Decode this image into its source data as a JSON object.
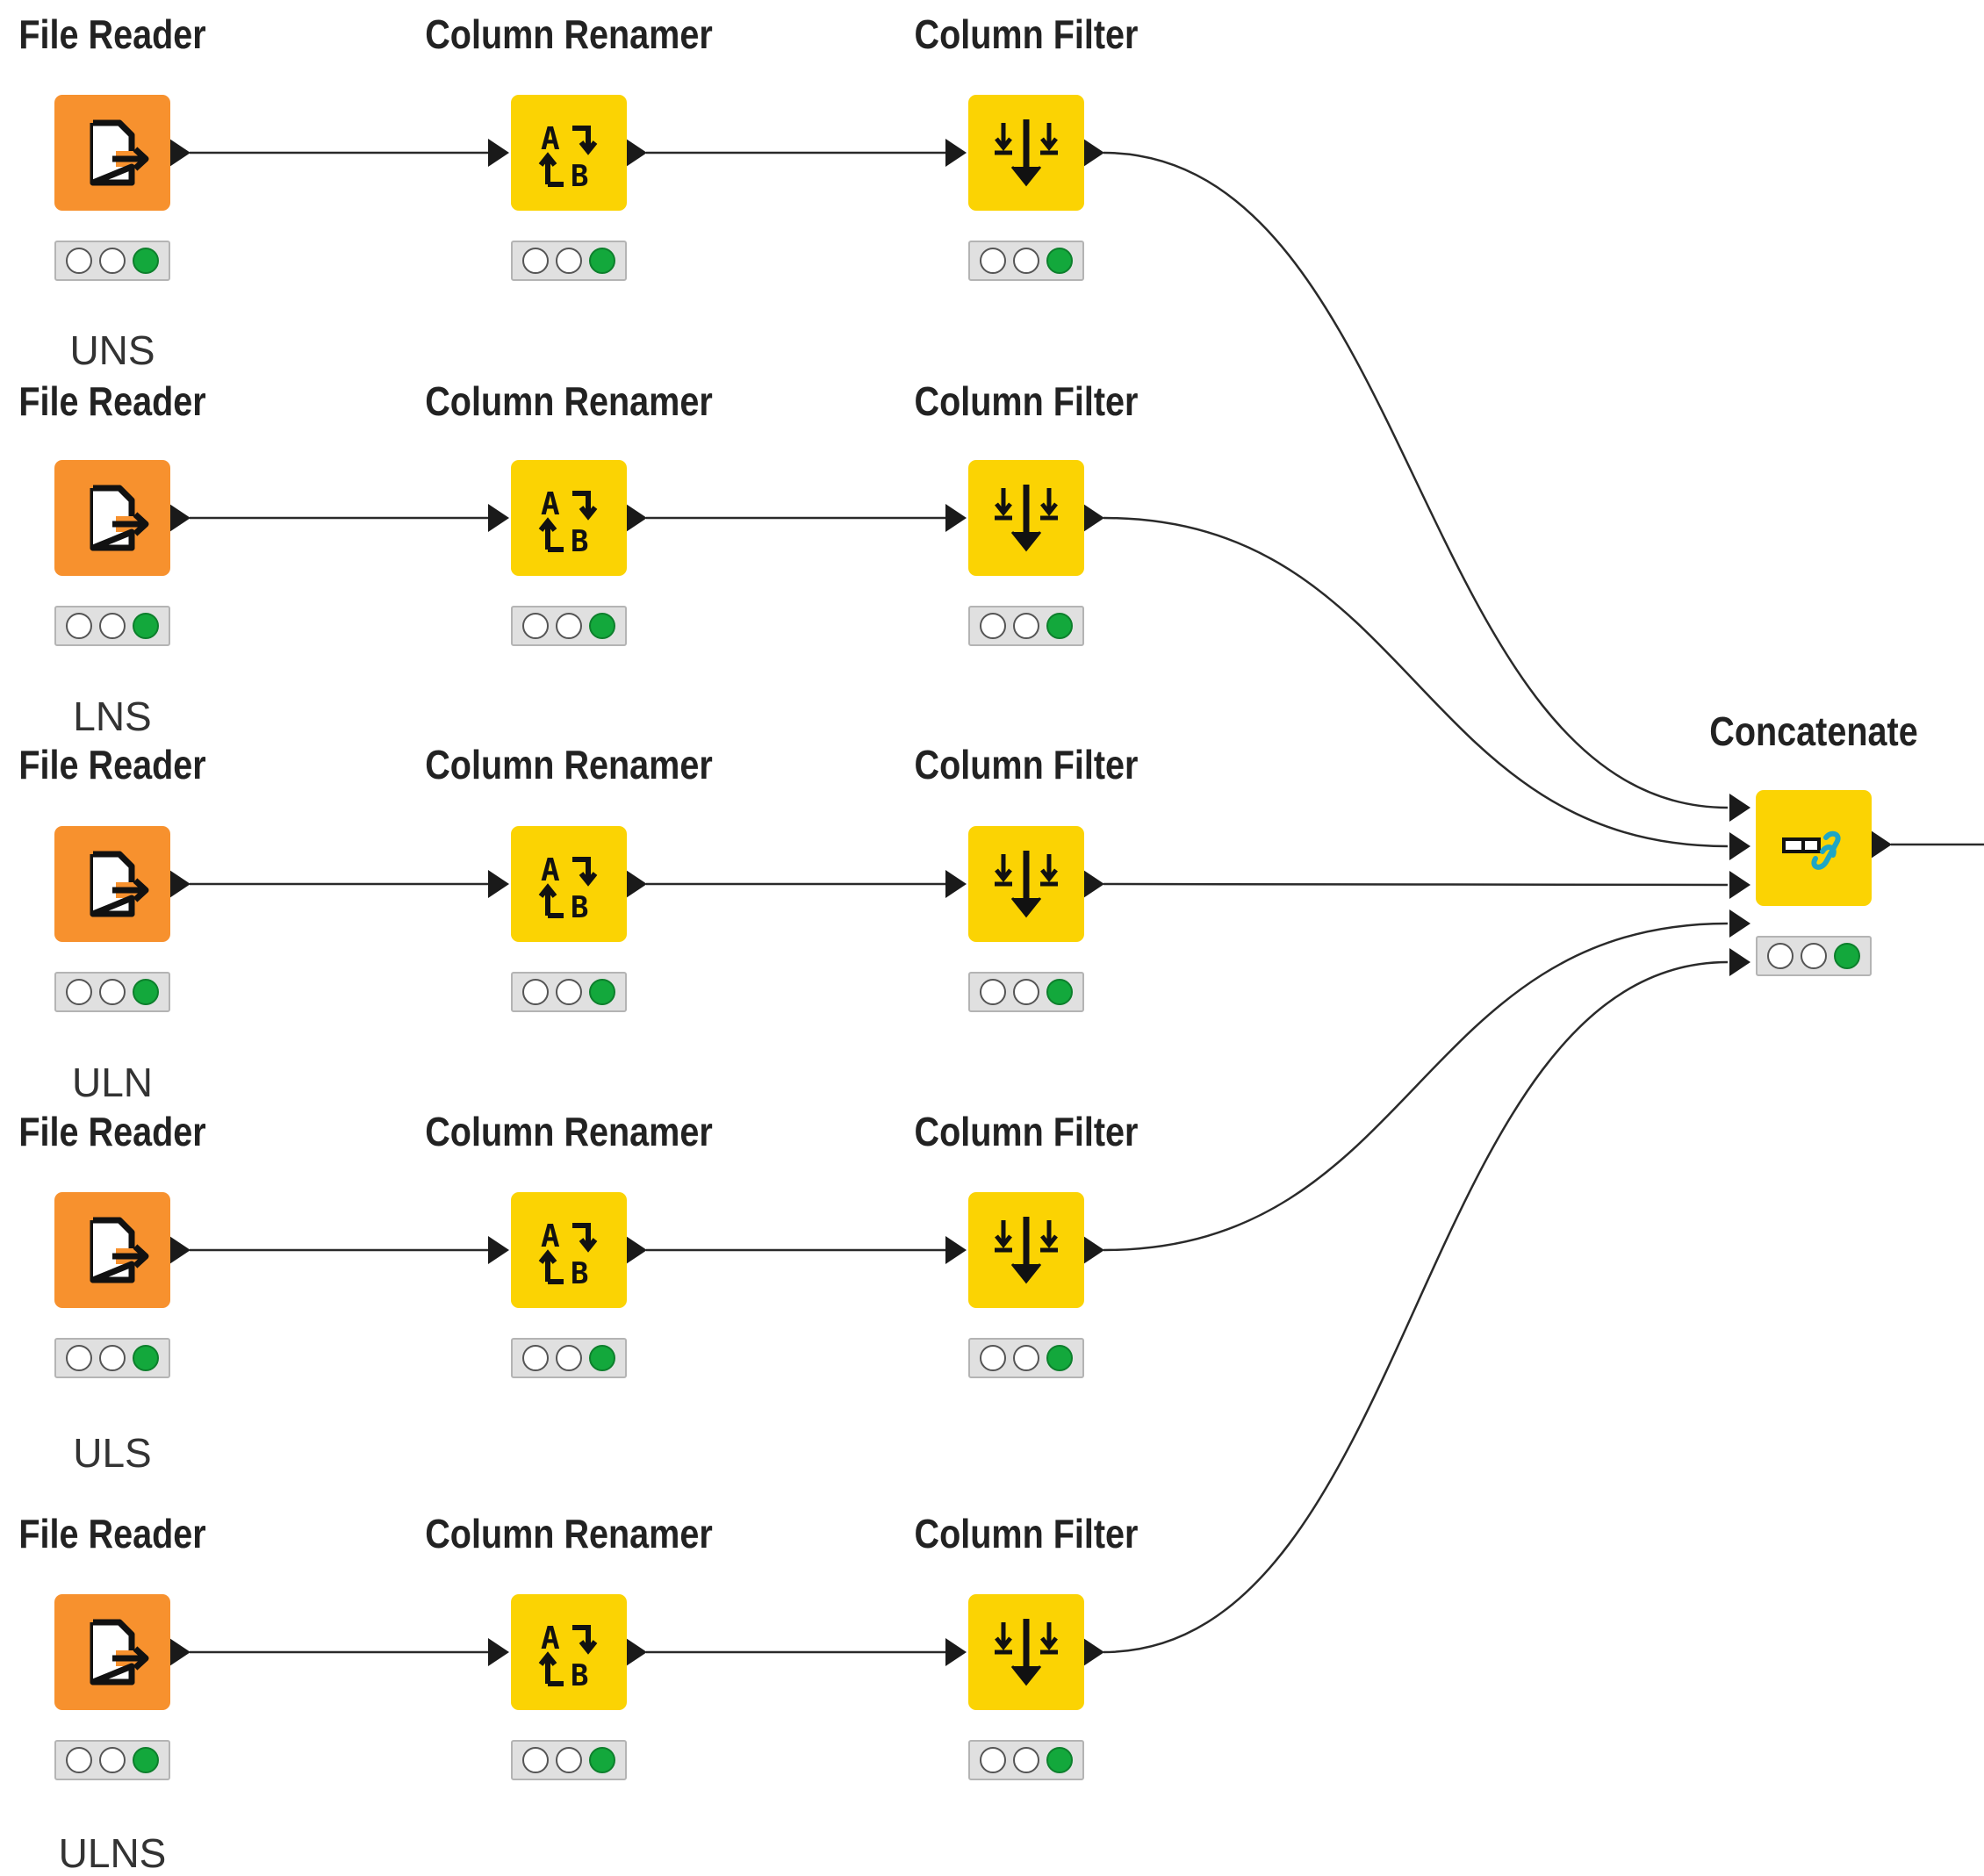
{
  "workflow": {
    "rows": [
      {
        "reader": {
          "title": "File Reader",
          "status": [
            "off",
            "off",
            "green"
          ]
        },
        "renamer": {
          "title": "Column Renamer",
          "status": [
            "off",
            "off",
            "green"
          ]
        },
        "filter": {
          "title": "Column Filter",
          "status": [
            "off",
            "off",
            "green"
          ]
        },
        "label": "UNS"
      },
      {
        "reader": {
          "title": "File Reader",
          "status": [
            "off",
            "off",
            "green"
          ]
        },
        "renamer": {
          "title": "Column Renamer",
          "status": [
            "off",
            "off",
            "green"
          ]
        },
        "filter": {
          "title": "Column Filter",
          "status": [
            "off",
            "off",
            "green"
          ]
        },
        "label": "LNS"
      },
      {
        "reader": {
          "title": "File Reader",
          "status": [
            "off",
            "off",
            "green"
          ]
        },
        "renamer": {
          "title": "Column Renamer",
          "status": [
            "off",
            "off",
            "green"
          ]
        },
        "filter": {
          "title": "Column Filter",
          "status": [
            "off",
            "off",
            "green"
          ]
        },
        "label": "ULN"
      },
      {
        "reader": {
          "title": "File Reader",
          "status": [
            "off",
            "off",
            "green"
          ]
        },
        "renamer": {
          "title": "Column Renamer",
          "status": [
            "off",
            "off",
            "green"
          ]
        },
        "filter": {
          "title": "Column Filter",
          "status": [
            "off",
            "off",
            "green"
          ]
        },
        "label": "ULS"
      },
      {
        "reader": {
          "title": "File Reader",
          "status": [
            "off",
            "off",
            "green"
          ]
        },
        "renamer": {
          "title": "Column Renamer",
          "status": [
            "off",
            "off",
            "green"
          ]
        },
        "filter": {
          "title": "Column Filter",
          "status": [
            "off",
            "off",
            "green"
          ]
        },
        "label": "ULNS"
      }
    ],
    "concatenate": {
      "title": "Concatenate",
      "status": [
        "off",
        "off",
        "green"
      ],
      "input_ports": 5
    },
    "colors": {
      "reader": "#f7912e",
      "manipulator": "#fbd303",
      "status_green": "#13a83c",
      "wire": "#2a2a2a",
      "port": "#1a1a1a"
    },
    "icons": {
      "reader": "file-reader-icon",
      "renamer": "column-renamer-icon",
      "filter": "column-filter-icon",
      "concatenate": "concatenate-icon"
    }
  }
}
